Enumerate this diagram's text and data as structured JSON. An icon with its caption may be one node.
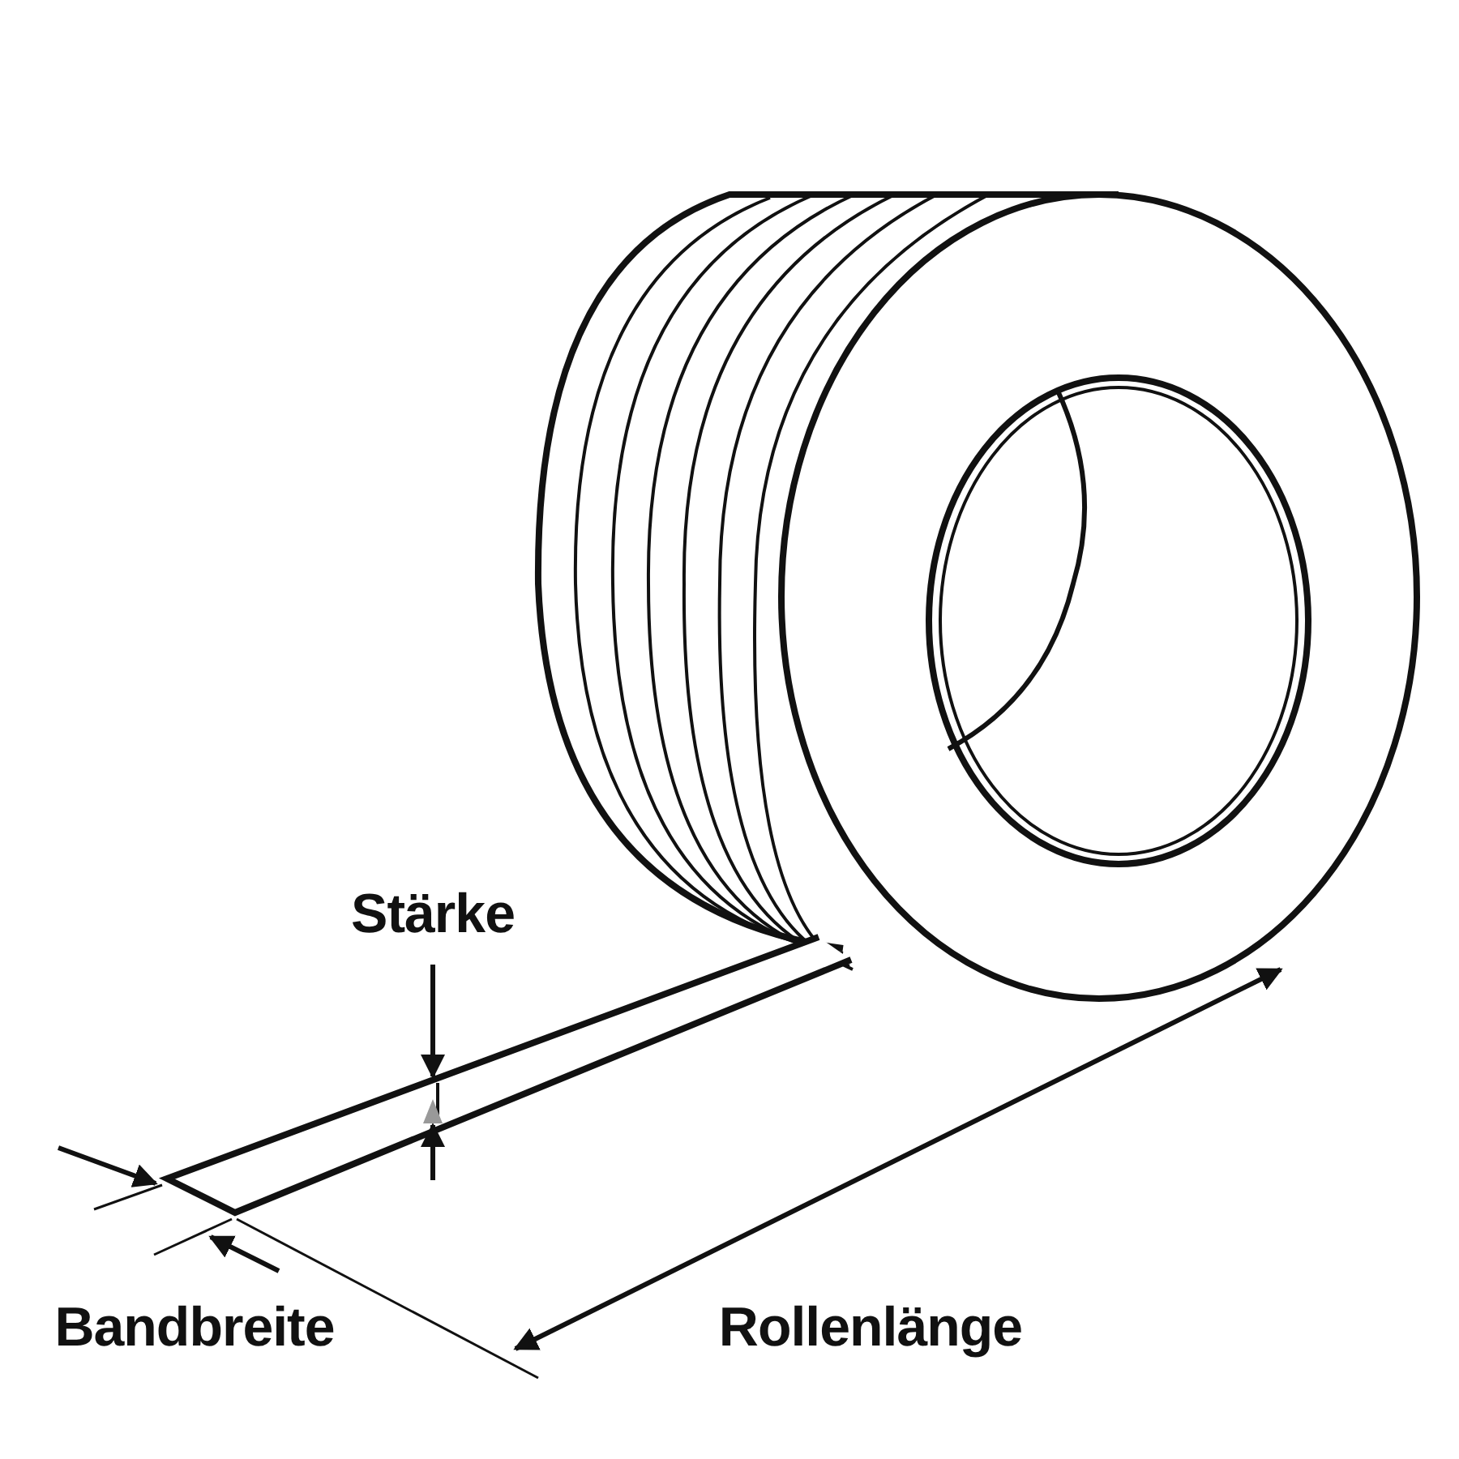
{
  "diagram": {
    "labels": [
      "Stärke",
      "Bandbreite",
      "Rollenlänge"
    ]
  }
}
